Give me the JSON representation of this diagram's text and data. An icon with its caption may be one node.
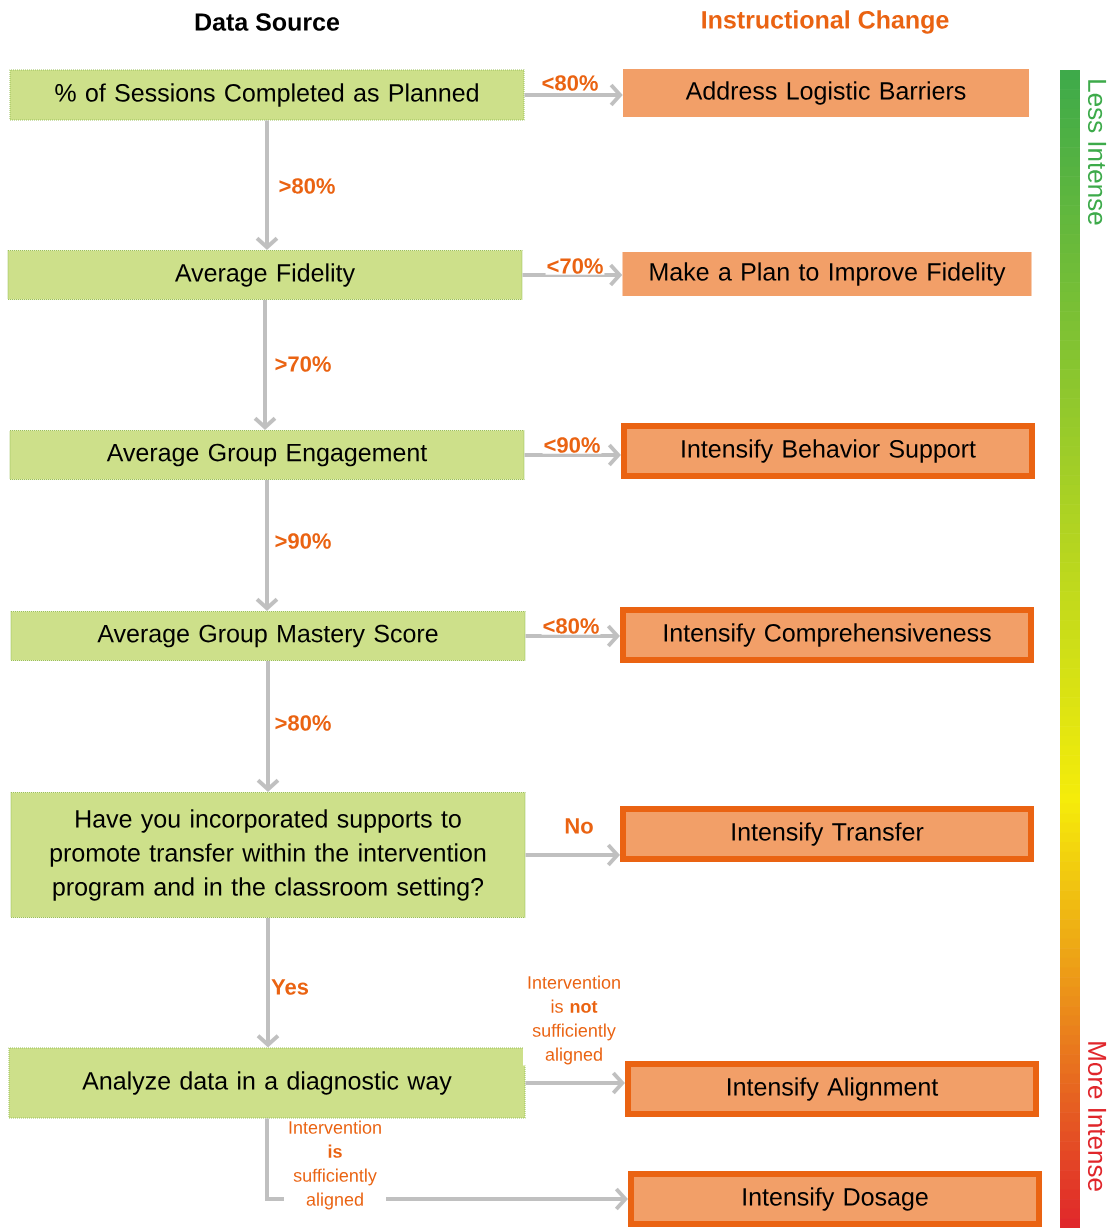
{
  "diagram": {
    "nodes": [
      {
        "text": [
          "% of Sessions Completed as Planned"
        ]
      },
      {
        "text": [
          "Address Logistic Barriers"
        ]
      },
      {
        "text": [
          "Average Fidelity"
        ]
      },
      {
        "text": [
          "Make a Plan to Improve Fidelity"
        ]
      },
      {
        "text": [
          "Average Group Engagement"
        ]
      },
      {
        "text": [
          "Intensify Behavior Support"
        ]
      },
      {
        "text": [
          "Average Group Mastery Score"
        ]
      },
      {
        "text": [
          "Intensify Comprehensiveness"
        ]
      },
      {
        "text": [
          "Have you incorporated supports to promote transfer within the intervention program and in the classroom setting?"
        ]
      },
      {
        "text": [
          "Intensify Transfer"
        ]
      },
      {
        "text": [
          "Analyze data in a diagnostic way"
        ]
      },
      {
        "text": [
          "Intensify Alignment"
        ]
      },
      {
        "text": [
          "Intensify Dosage"
        ]
      }
    ],
    "edges": [
      {
        "from": 0,
        "to": 1,
        "arrow": "to",
        "label": "<80%"
      },
      {
        "from": 0,
        "to": 2,
        "arrow": "to",
        "label": ">80%"
      },
      {
        "from": 2,
        "to": 3,
        "arrow": "to",
        "label": "<70%"
      },
      {
        "from": 2,
        "to": 4,
        "arrow": "to",
        "label": ">70%"
      },
      {
        "from": 4,
        "to": 5,
        "arrow": "to",
        "label": "<90%"
      },
      {
        "from": 4,
        "to": 6,
        "arrow": "to",
        "label": ">90%"
      },
      {
        "from": 6,
        "to": 7,
        "arrow": "to",
        "label": "<80%"
      },
      {
        "from": 6,
        "to": 8,
        "arrow": "to",
        "label": ">80%"
      },
      {
        "from": 8,
        "to": 9,
        "arrow": "to",
        "label": "No"
      },
      {
        "from": 8,
        "to": 10,
        "arrow": "to",
        "label": "Yes"
      },
      {
        "from": 10,
        "to": 11,
        "arrow": "to",
        "label": "Intervention is **not** sufficiently aligned"
      },
      {
        "from": 10,
        "to": 12,
        "arrow": "to",
        "label": "Intervention **is** sufficiently aligned"
      }
    ],
    "labels": [
      "Data Source",
      "Instructional Change",
      "Less Intense",
      "More Intense"
    ]
  }
}
